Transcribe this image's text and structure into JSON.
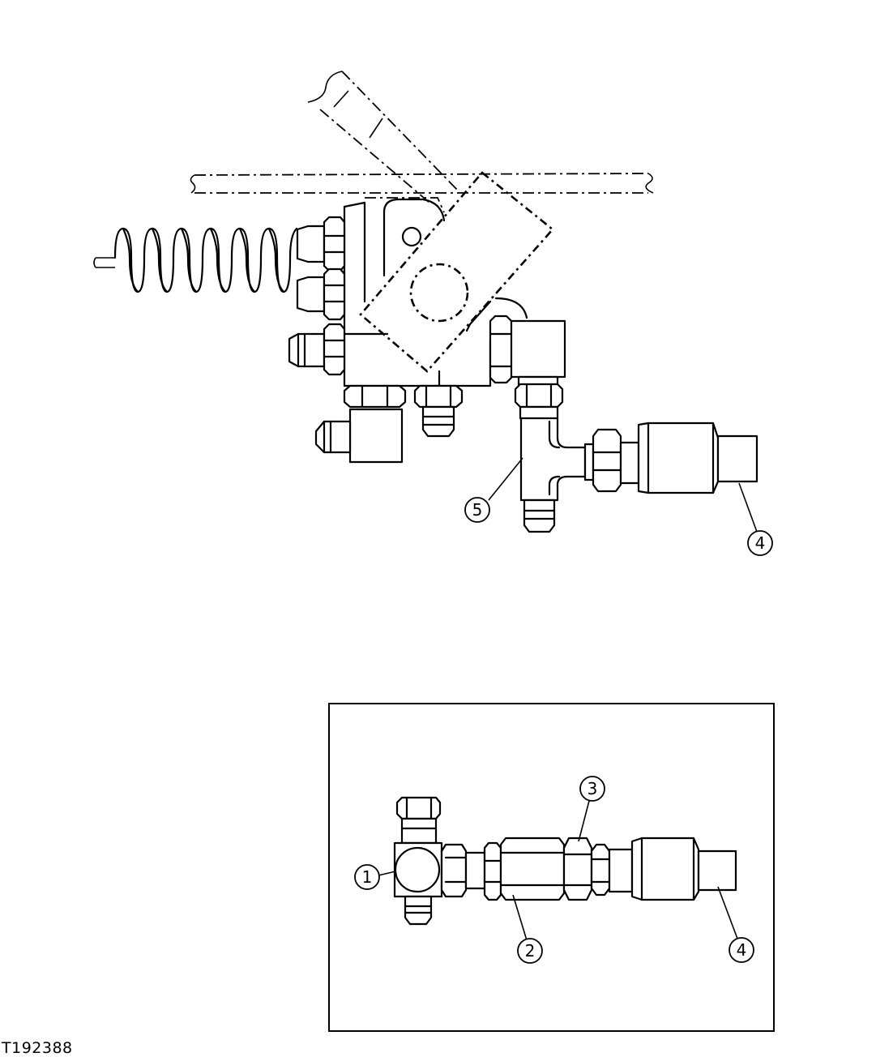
{
  "figure_id": "T192388",
  "callouts": {
    "upper": [
      {
        "label": "5"
      },
      {
        "label": "4"
      }
    ],
    "inset": [
      {
        "label": "1"
      },
      {
        "label": "2"
      },
      {
        "label": "3"
      },
      {
        "label": "4"
      }
    ]
  }
}
